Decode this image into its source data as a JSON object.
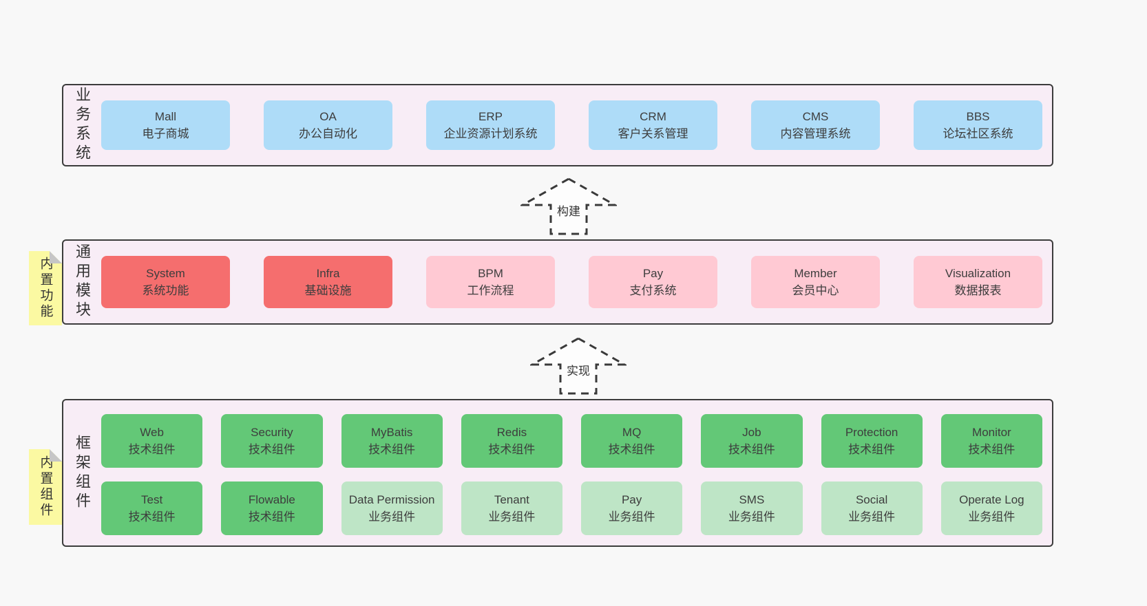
{
  "diagram": {
    "colors": {
      "page": "#f8f8f8",
      "panel": "#f8edf6",
      "border": "#3c3c3c",
      "text": "#3d3d3d",
      "blue": "#aedcf8",
      "red": "#f56e6e",
      "pink": "#ffc9d3",
      "green": "#63c877",
      "lightgreen": "#bee5c6",
      "sticky": "#fbf9a2"
    },
    "arrows": [
      {
        "label": "构建"
      },
      {
        "label": "实现"
      }
    ],
    "layers": [
      {
        "label": "业务系统",
        "boxes": [
          {
            "title": "Mall",
            "subtitle": "电子商城",
            "variant": "blue"
          },
          {
            "title": "OA",
            "subtitle": "办公自动化",
            "variant": "blue"
          },
          {
            "title": "ERP",
            "subtitle": "企业资源计划系统",
            "variant": "blue"
          },
          {
            "title": "CRM",
            "subtitle": "客户关系管理",
            "variant": "blue"
          },
          {
            "title": "CMS",
            "subtitle": "内容管理系统",
            "variant": "blue"
          },
          {
            "title": "BBS",
            "subtitle": "论坛社区系统",
            "variant": "blue"
          }
        ]
      },
      {
        "label": "通用模块",
        "side_note": "内置功能",
        "boxes": [
          {
            "title": "System",
            "subtitle": "系统功能",
            "variant": "red"
          },
          {
            "title": "Infra",
            "subtitle": "基础设施",
            "variant": "red"
          },
          {
            "title": "BPM",
            "subtitle": "工作流程",
            "variant": "pink"
          },
          {
            "title": "Pay",
            "subtitle": "支付系统",
            "variant": "pink"
          },
          {
            "title": "Member",
            "subtitle": "会员中心",
            "variant": "pink"
          },
          {
            "title": "Visualization",
            "subtitle": "数据报表",
            "variant": "pink"
          }
        ]
      },
      {
        "label": "框架组件",
        "side_note": "内置组件",
        "boxes": [
          {
            "title": "Web",
            "subtitle": "技术组件",
            "variant": "green"
          },
          {
            "title": "Security",
            "subtitle": "技术组件",
            "variant": "green"
          },
          {
            "title": "MyBatis",
            "subtitle": "技术组件",
            "variant": "green"
          },
          {
            "title": "Redis",
            "subtitle": "技术组件",
            "variant": "green"
          },
          {
            "title": "MQ",
            "subtitle": "技术组件",
            "variant": "green"
          },
          {
            "title": "Job",
            "subtitle": "技术组件",
            "variant": "green"
          },
          {
            "title": "Protection",
            "subtitle": "技术组件",
            "variant": "green"
          },
          {
            "title": "Monitor",
            "subtitle": "技术组件",
            "variant": "green"
          },
          {
            "title": "Test",
            "subtitle": "技术组件",
            "variant": "green"
          },
          {
            "title": "Flowable",
            "subtitle": "技术组件",
            "variant": "green"
          },
          {
            "title": "Data Permission",
            "subtitle": "业务组件",
            "variant": "lightgreen"
          },
          {
            "title": "Tenant",
            "subtitle": "业务组件",
            "variant": "lightgreen"
          },
          {
            "title": "Pay",
            "subtitle": "业务组件",
            "variant": "lightgreen"
          },
          {
            "title": "SMS",
            "subtitle": "业务组件",
            "variant": "lightgreen"
          },
          {
            "title": "Social",
            "subtitle": "业务组件",
            "variant": "lightgreen"
          },
          {
            "title": "Operate Log",
            "subtitle": "业务组件",
            "variant": "lightgreen"
          }
        ]
      }
    ]
  }
}
